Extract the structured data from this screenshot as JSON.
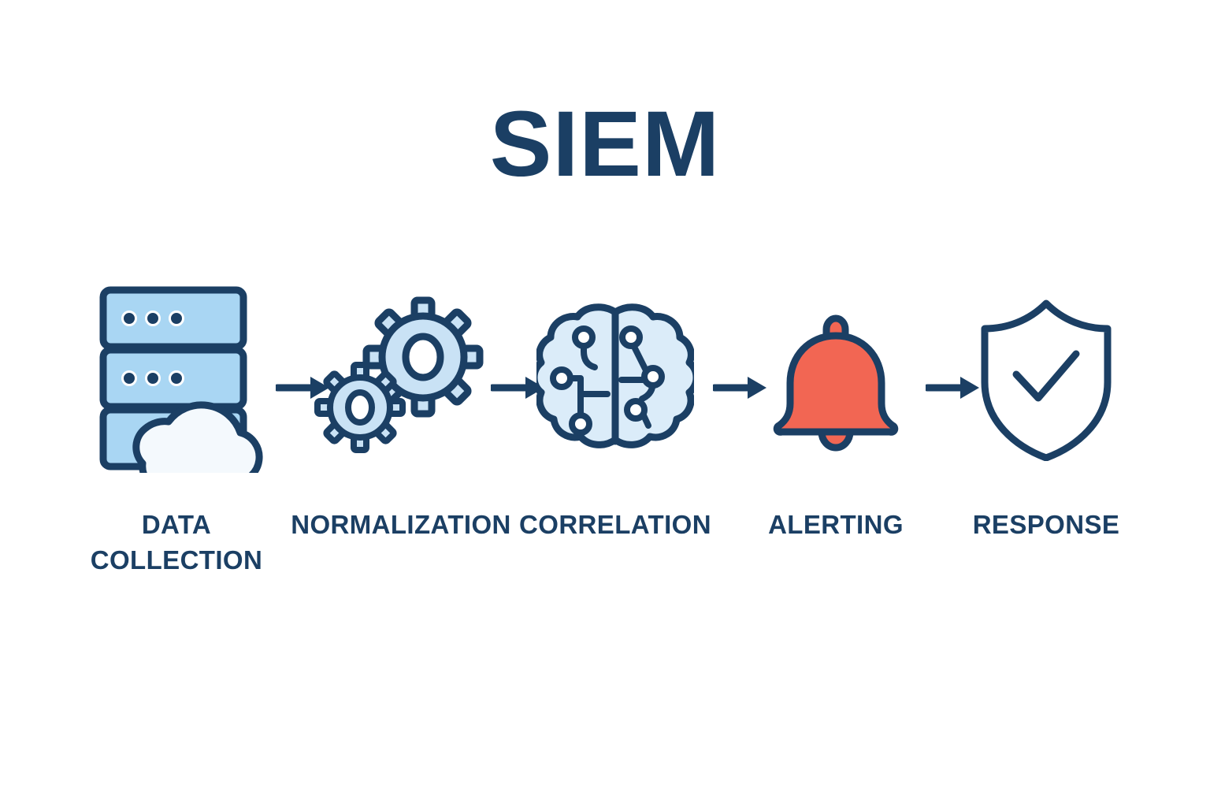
{
  "title": "SIEM",
  "background_color": "#ffffff",
  "colors": {
    "navy": "#1b3f64",
    "light_blue": "#a9d6f3",
    "pale_blue": "#c9e2f5",
    "brain_blue": "#dbecf9",
    "cloud_white": "#f4f9fd",
    "alert_red": "#f26653",
    "white": "#ffffff"
  },
  "diagram": {
    "type": "process-flow",
    "orientation": "horizontal",
    "stage_count": 5,
    "arrow_count": 4,
    "stages": [
      {
        "index": 1,
        "label": "DATA\nCOLLECTION",
        "icon": "server-cloud-icon",
        "icon_description": "three stacked server racks with a cloud overlay",
        "fill": "#a9d6f3"
      },
      {
        "index": 2,
        "label": "NORMALIZATION",
        "icon": "gears-icon",
        "icon_description": "two interlocking cogwheels",
        "fill": "#c9e2f5"
      },
      {
        "index": 3,
        "label": "CORRELATION",
        "icon": "brain-circuit-icon",
        "icon_description": "brain with circuit nodes split into two hemispheres",
        "fill": "#dbecf9"
      },
      {
        "index": 4,
        "label": "ALERTING",
        "icon": "bell-icon",
        "icon_description": "notification bell",
        "fill": "#f26653"
      },
      {
        "index": 5,
        "label": "RESPONSE",
        "icon": "shield-check-icon",
        "icon_description": "shield outline with checkmark",
        "fill": "#ffffff"
      }
    ],
    "arrows": [
      {
        "index": 1,
        "direction": "right",
        "name": "arrow-data-to-normalization"
      },
      {
        "index": 2,
        "direction": "right",
        "name": "arrow-normalization-to-correlation"
      },
      {
        "index": 3,
        "direction": "right",
        "name": "arrow-correlation-to-alerting"
      },
      {
        "index": 4,
        "direction": "right",
        "name": "arrow-alerting-to-response"
      }
    ]
  }
}
